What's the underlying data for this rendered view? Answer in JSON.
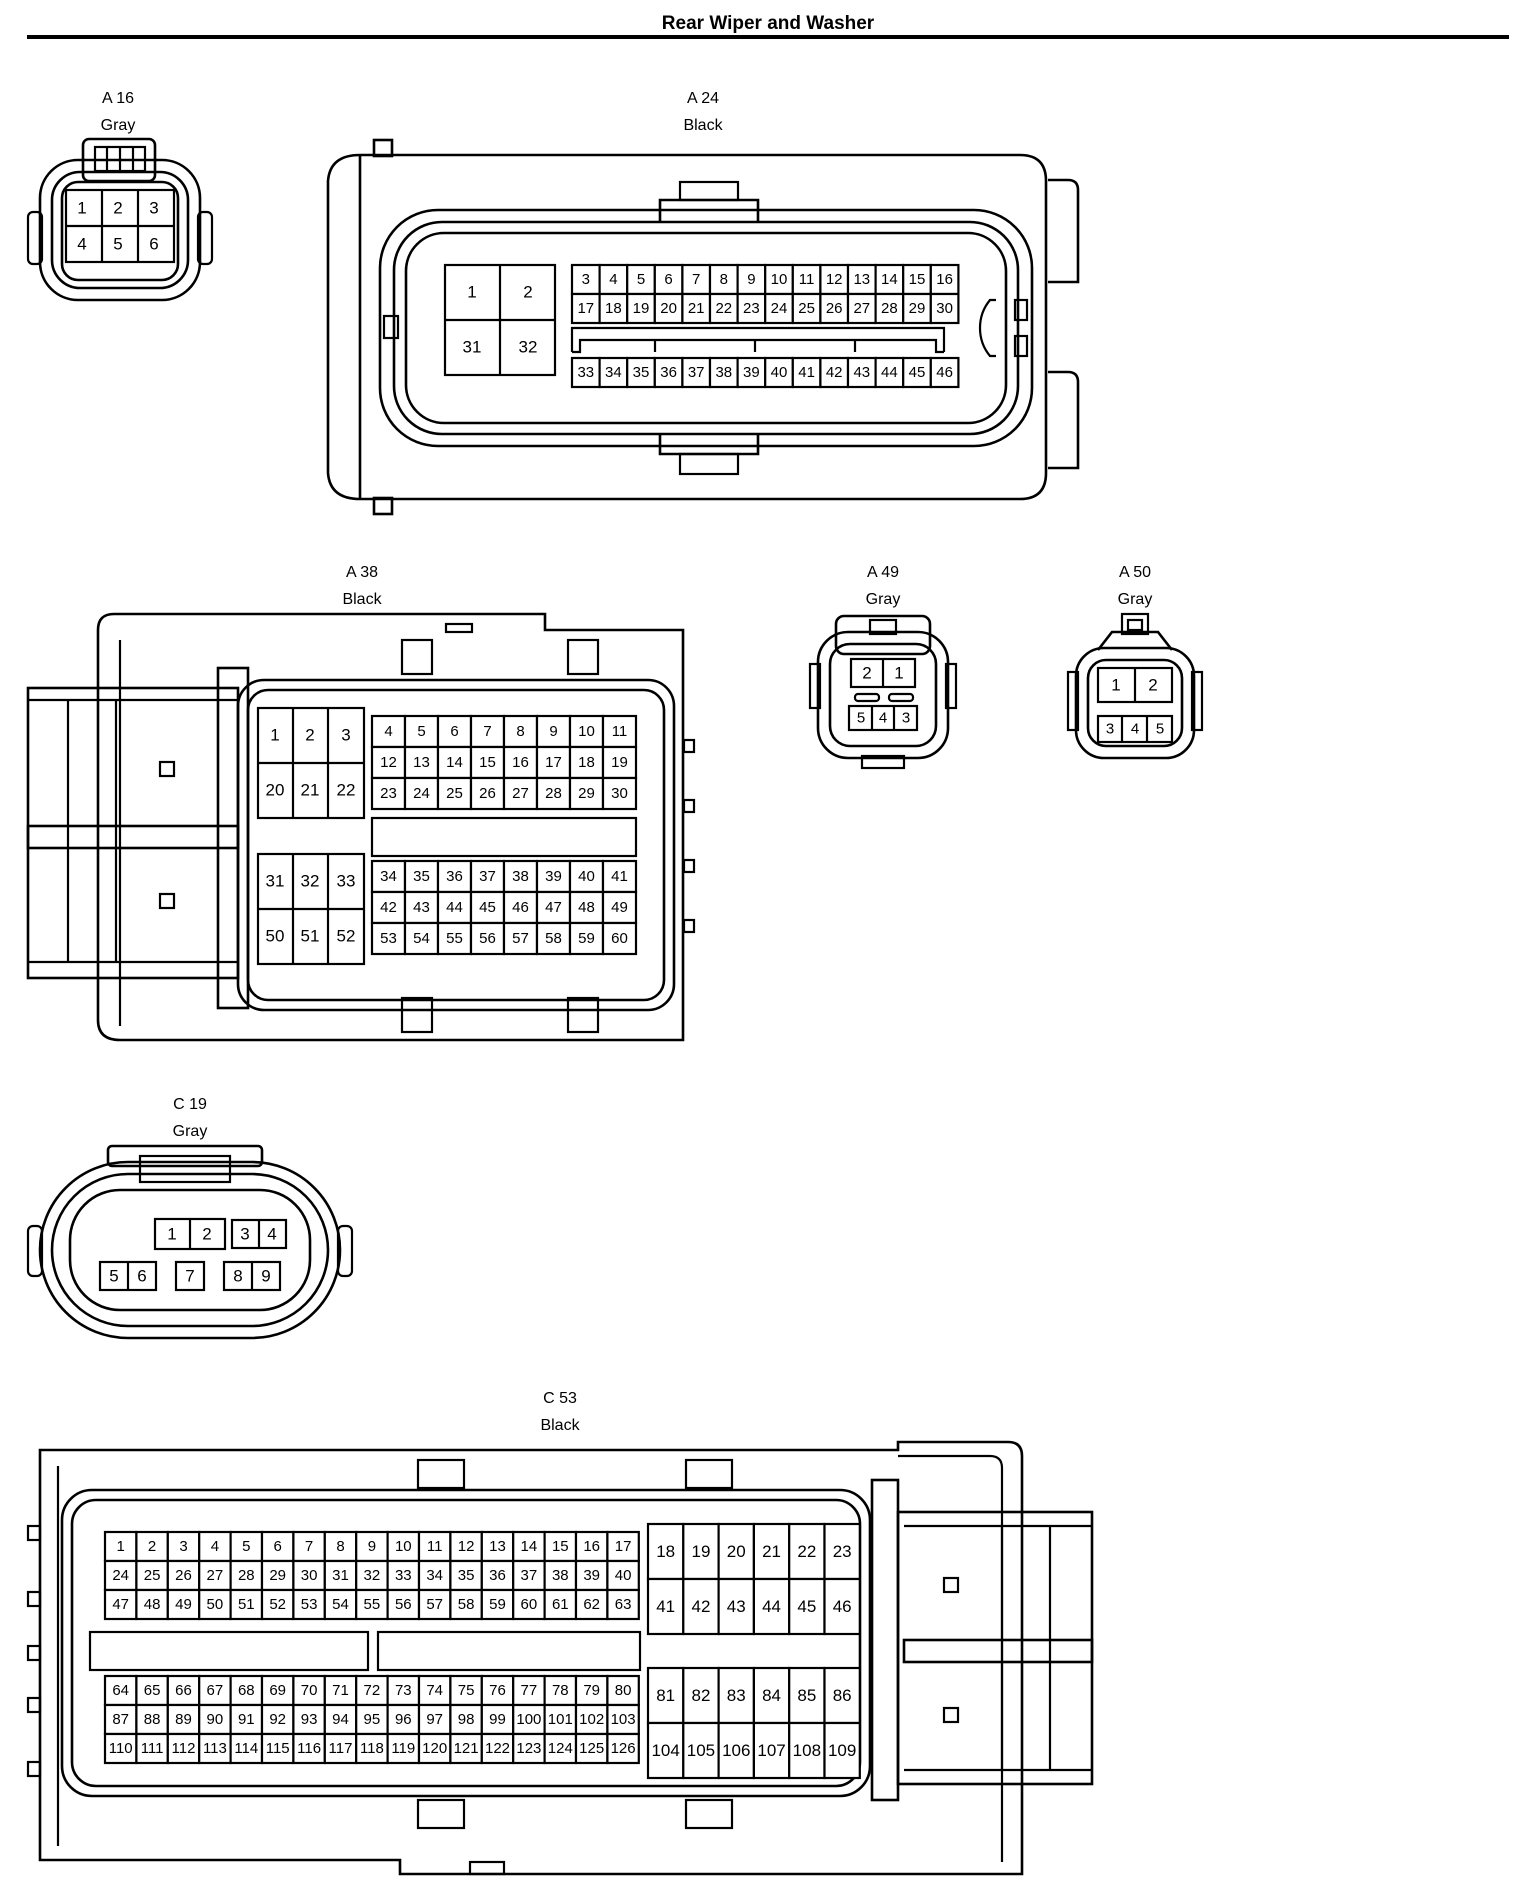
{
  "title": "Rear Wiper and Washer",
  "connectors": {
    "a16": {
      "id": "A 16",
      "color": "Gray"
    },
    "a24": {
      "id": "A 24",
      "color": "Black"
    },
    "a38": {
      "id": "A 38",
      "color": "Black"
    },
    "a49": {
      "id": "A 49",
      "color": "Gray"
    },
    "a50": {
      "id": "A 50",
      "color": "Gray"
    },
    "c19": {
      "id": "C 19",
      "color": "Gray"
    },
    "c53": {
      "id": "C 53",
      "color": "Black"
    }
  },
  "pin_counts": {
    "A 16": 6,
    "A 24": 46,
    "A 38": 60,
    "A 49": 5,
    "A 50": 5,
    "C 19": 9,
    "C 53": 126
  }
}
